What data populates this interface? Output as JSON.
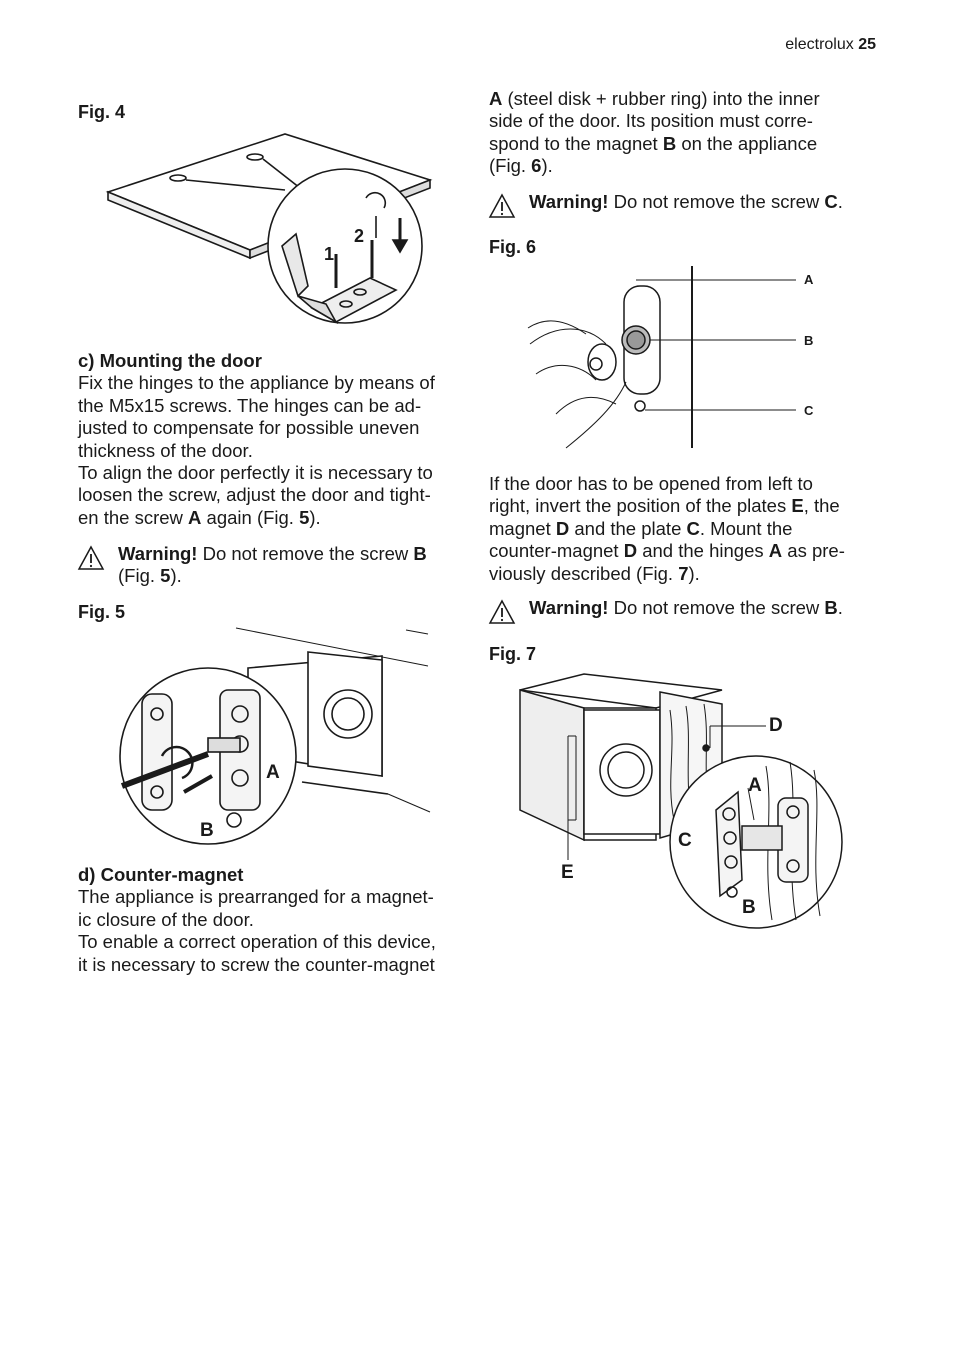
{
  "header": {
    "brand": "electrolux",
    "page_number": "25"
  },
  "left": {
    "fig4_label": "Fig. 4",
    "fig4_callouts": [
      "1",
      "2"
    ],
    "section_c_title": "c) Mounting the door",
    "section_c_lines": [
      "Fix the hinges to the appliance by means of",
      "the M5x15 screws. The hinges can be ad-",
      "justed to compensate for possible uneven",
      "thickness of the door.",
      "To align the door perfectly it is necessary to",
      "loosen the screw, adjust the door and tight-"
    ],
    "section_c_last": {
      "pre": "en the screw ",
      "b1": "A",
      "mid": " again (Fig. ",
      "b2": "5",
      "post": ")."
    },
    "warning1": {
      "label": "Warning!",
      "text": " Do not remove the screw ",
      "screw": "B",
      "ref_pre": "(Fig. ",
      "ref": "5",
      "ref_post": ")."
    },
    "fig5_label": "Fig. 5",
    "fig5_callouts": [
      "A",
      "B"
    ],
    "section_d_title": "d) Counter-magnet",
    "section_d_lines": [
      "The appliance is prearranged for a magnet-",
      "ic closure of the door.",
      "To enable a correct operation of this device,",
      "it is necessary to screw the counter-magnet"
    ]
  },
  "right": {
    "cont": {
      "l1_b": "A",
      "l1": " (steel disk + rubber ring) into the inner",
      "l2": "side of the door. Its position must corre-",
      "l3_pre": "spond to the magnet ",
      "l3_b": "B",
      "l3_post": " on the appliance",
      "l4_pre": "(Fig. ",
      "l4_b": "6",
      "l4_post": ")."
    },
    "warning2": {
      "label": "Warning!",
      "text": " Do not remove the screw ",
      "screw": "C",
      "post": "."
    },
    "fig6_label": "Fig. 6",
    "fig6_callouts": [
      "A",
      "B",
      "C"
    ],
    "para7": {
      "l1": "If the door has to be opened from left to",
      "l2_pre": "right, invert the position of the plates ",
      "l2_b": "E",
      "l2_post": ", the",
      "l3_pre": "magnet ",
      "l3_b1": "D",
      "l3_mid": " and the plate ",
      "l3_b2": "C",
      "l3_post": ". Mount the",
      "l4_pre": "counter-magnet ",
      "l4_b1": "D",
      "l4_mid": " and the hinges ",
      "l4_b2": "A",
      "l4_post": " as pre-",
      "l5_pre": "viously described (Fig. ",
      "l5_b": "7",
      "l5_post": ")."
    },
    "warning3": {
      "label": "Warning!",
      "text": " Do not remove the screw ",
      "screw": "B",
      "post": "."
    },
    "fig7_label": "Fig. 7",
    "fig7_callouts": [
      "D",
      "A",
      "C",
      "E",
      "B"
    ]
  }
}
